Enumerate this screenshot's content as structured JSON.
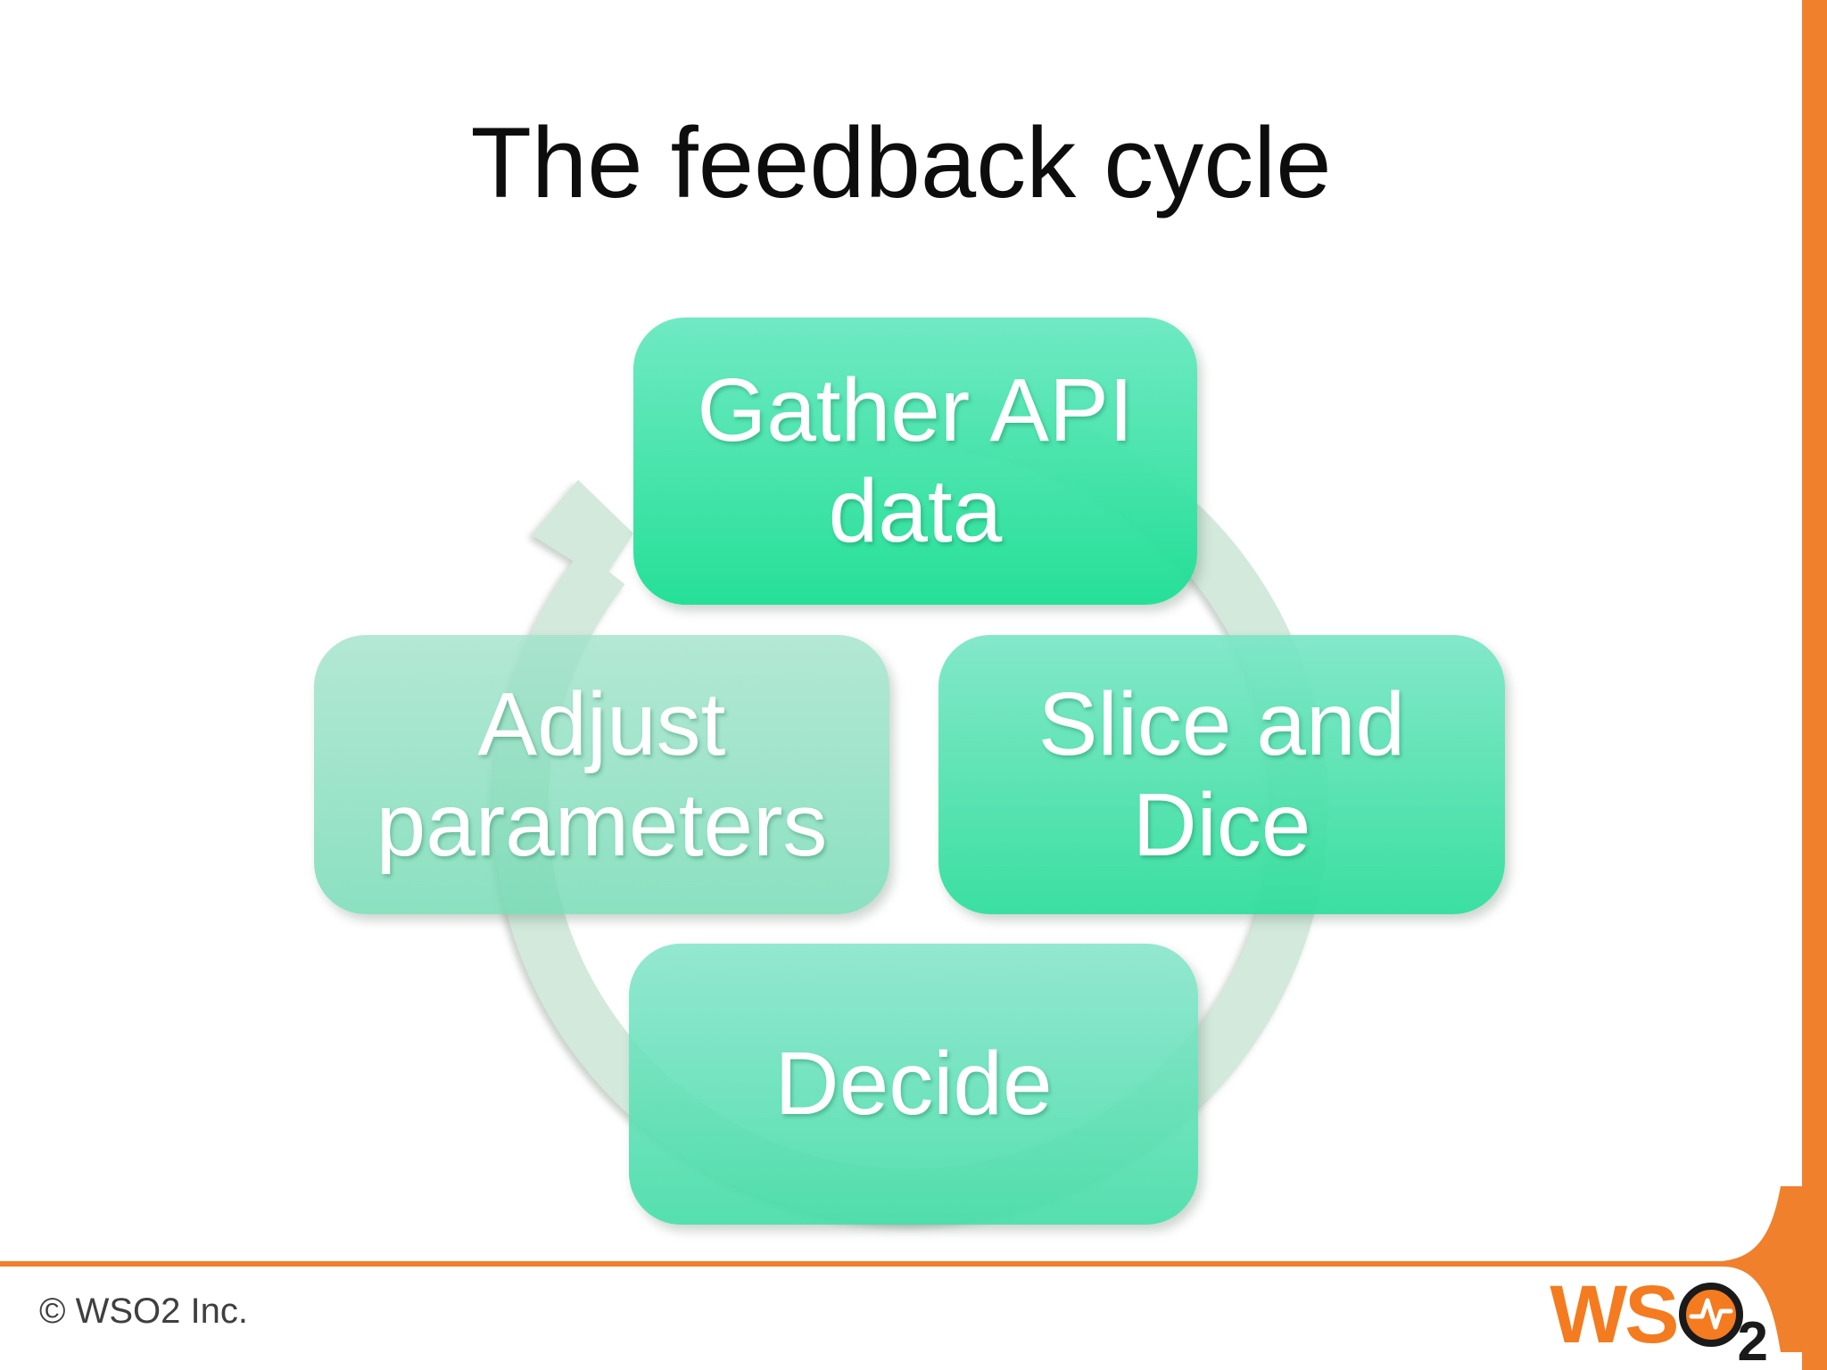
{
  "slide": {
    "title": "The feedback cycle"
  },
  "cycle": {
    "description": "clockwise feedback loop of four steps",
    "steps": [
      {
        "position": "top",
        "label": "Gather API data"
      },
      {
        "position": "right",
        "label": "Slice and Dice"
      },
      {
        "position": "bottom",
        "label": "Decide"
      },
      {
        "position": "left",
        "label": "Adjust parameters"
      }
    ]
  },
  "footer": {
    "copyright": "© WSO2 Inc."
  },
  "logo": {
    "prefix": "WS",
    "subscript": "2",
    "o_icon": "circle-pulse-icon"
  },
  "colors": {
    "accent_orange": "#f0802c",
    "logo_orange": "#f47b20",
    "box_green_top_light": "#68e8c0",
    "box_green_bottom_dark": "#1ade92",
    "ring_pale_green": "#d2e9dc",
    "title_text": "#0d0d0d",
    "box_text": "#ffffff",
    "footer_text": "#3f3f3f"
  }
}
